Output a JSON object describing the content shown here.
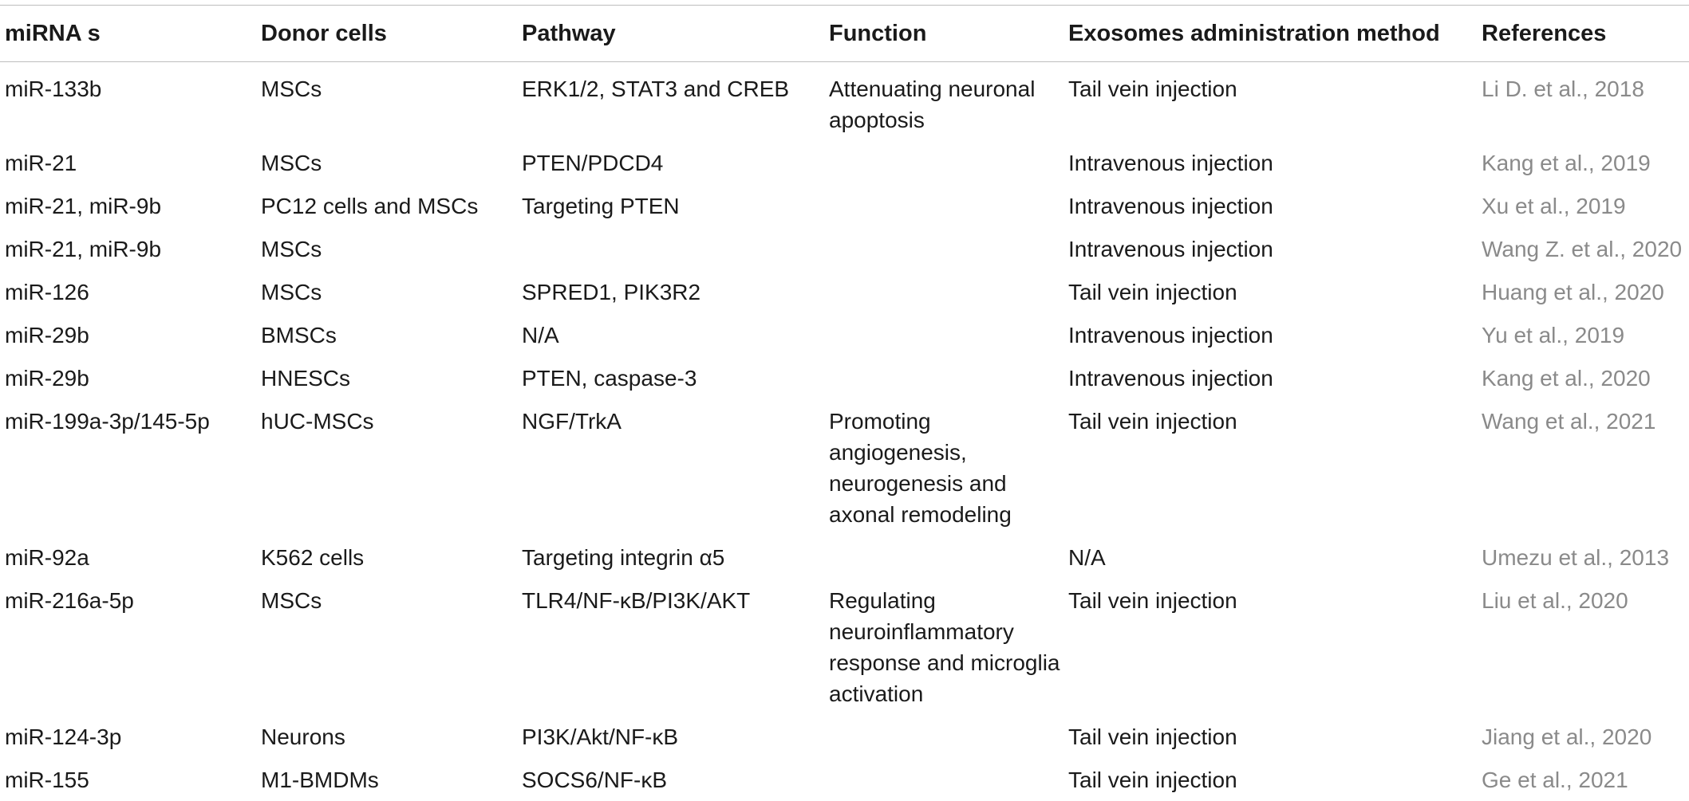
{
  "table": {
    "headers": [
      "miRNA s",
      "Donor cells",
      "Pathway",
      "Function",
      "Exosomes administration method",
      "References"
    ],
    "rows": [
      {
        "mirna": "miR-133b",
        "donor": "MSCs",
        "pathway": "ERK1/2, STAT3 and CREB",
        "function": "Attenuating neuronal apoptosis",
        "method": "Tail vein injection",
        "reference": "Li D. et al., 2018"
      },
      {
        "mirna": "miR-21",
        "donor": "MSCs",
        "pathway": "PTEN/PDCD4",
        "function": "",
        "method": "Intravenous injection",
        "reference": "Kang et al., 2019"
      },
      {
        "mirna": "miR-21, miR-9b",
        "donor": "PC12 cells and MSCs",
        "pathway": "Targeting PTEN",
        "function": "",
        "method": "Intravenous injection",
        "reference": "Xu et al., 2019"
      },
      {
        "mirna": "miR-21, miR-9b",
        "donor": "MSCs",
        "pathway": "",
        "function": "",
        "method": "Intravenous injection",
        "reference": "Wang Z. et al., 2020"
      },
      {
        "mirna": "miR-126",
        "donor": "MSCs",
        "pathway": "SPRED1, PIK3R2",
        "function": "",
        "method": "Tail vein injection",
        "reference": "Huang et al., 2020"
      },
      {
        "mirna": "miR-29b",
        "donor": "BMSCs",
        "pathway": "N/A",
        "function": "",
        "method": "Intravenous injection",
        "reference": "Yu et al., 2019"
      },
      {
        "mirna": "miR-29b",
        "donor": "HNESCs",
        "pathway": "PTEN, caspase-3",
        "function": "",
        "method": "Intravenous injection",
        "reference": "Kang et al., 2020"
      },
      {
        "mirna": "miR-199a-3p/145-5p",
        "donor": "hUC-MSCs",
        "pathway": "NGF/TrkA",
        "function": "Promoting angiogenesis, neurogenesis and axonal remodeling",
        "method": "Tail vein injection",
        "reference": "Wang et al., 2021"
      },
      {
        "mirna": "miR-92a",
        "donor": "K562 cells",
        "pathway": "Targeting integrin α5",
        "function": "",
        "method": "N/A",
        "reference": "Umezu et al., 2013"
      },
      {
        "mirna": "miR-216a-5p",
        "donor": "MSCs",
        "pathway": "TLR4/NF-κB/PI3K/AKT",
        "function": "Regulating neuroinflammatory response and microglia activation",
        "method": "Tail vein injection",
        "reference": "Liu et al., 2020"
      },
      {
        "mirna": "miR-124-3p",
        "donor": "Neurons",
        "pathway": "PI3K/Akt/NF-κB",
        "function": "",
        "method": "Tail vein injection",
        "reference": "Jiang et al., 2020"
      },
      {
        "mirna": "miR-155",
        "donor": "M1-BMDMs",
        "pathway": "SOCS6/NF-κB",
        "function": "",
        "method": "Tail vein injection",
        "reference": "Ge et al., 2021"
      }
    ]
  },
  "colors": {
    "text": "#1a1a1a",
    "reference_text": "#8a8a8a",
    "rule": "#bdbdbd"
  }
}
